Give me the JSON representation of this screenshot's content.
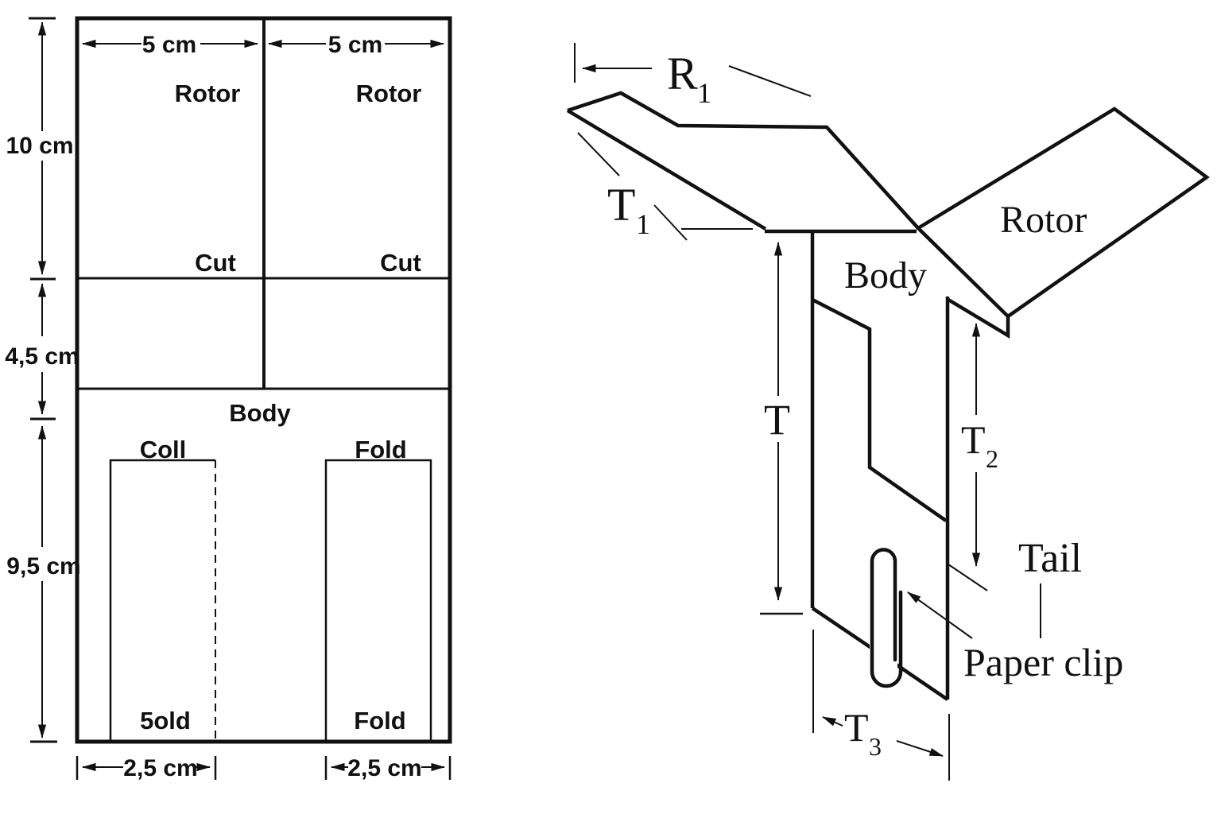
{
  "figure": {
    "template": {
      "top_dimensions": [
        {
          "label": "5 cm"
        },
        {
          "label": "5 cm"
        }
      ],
      "left_dimensions": [
        {
          "label": "10 cm"
        },
        {
          "label": "4,5 cm"
        },
        {
          "label": "9,5 cm"
        }
      ],
      "bottom_dimensions": [
        {
          "label": "2,5 cm"
        },
        {
          "label": "2,5 cm"
        }
      ],
      "labels": {
        "rotor_left": "Rotor",
        "rotor_right": "Rotor",
        "cut_left": "Cut",
        "cut_right": "Cut",
        "body": "Body",
        "fold_top_left": "Coll",
        "fold_top_right": "Fold",
        "fold_bottom_left": "5old",
        "fold_bottom_right": "Fold"
      }
    },
    "assembled": {
      "labels": {
        "rotor": "Rotor",
        "body": "Body",
        "tail": "Tail",
        "paper_clip": "Paper clip"
      },
      "dimensions": {
        "r1": {
          "base": "R",
          "sub": "1"
        },
        "t1": {
          "base": "T",
          "sub": "1"
        },
        "t": {
          "base": "T"
        },
        "t2": {
          "base": "T",
          "sub": "2"
        },
        "t3": {
          "base": "T",
          "sub": "3"
        }
      }
    }
  },
  "colors": {
    "ink": "#111111",
    "background": "#ffffff"
  }
}
